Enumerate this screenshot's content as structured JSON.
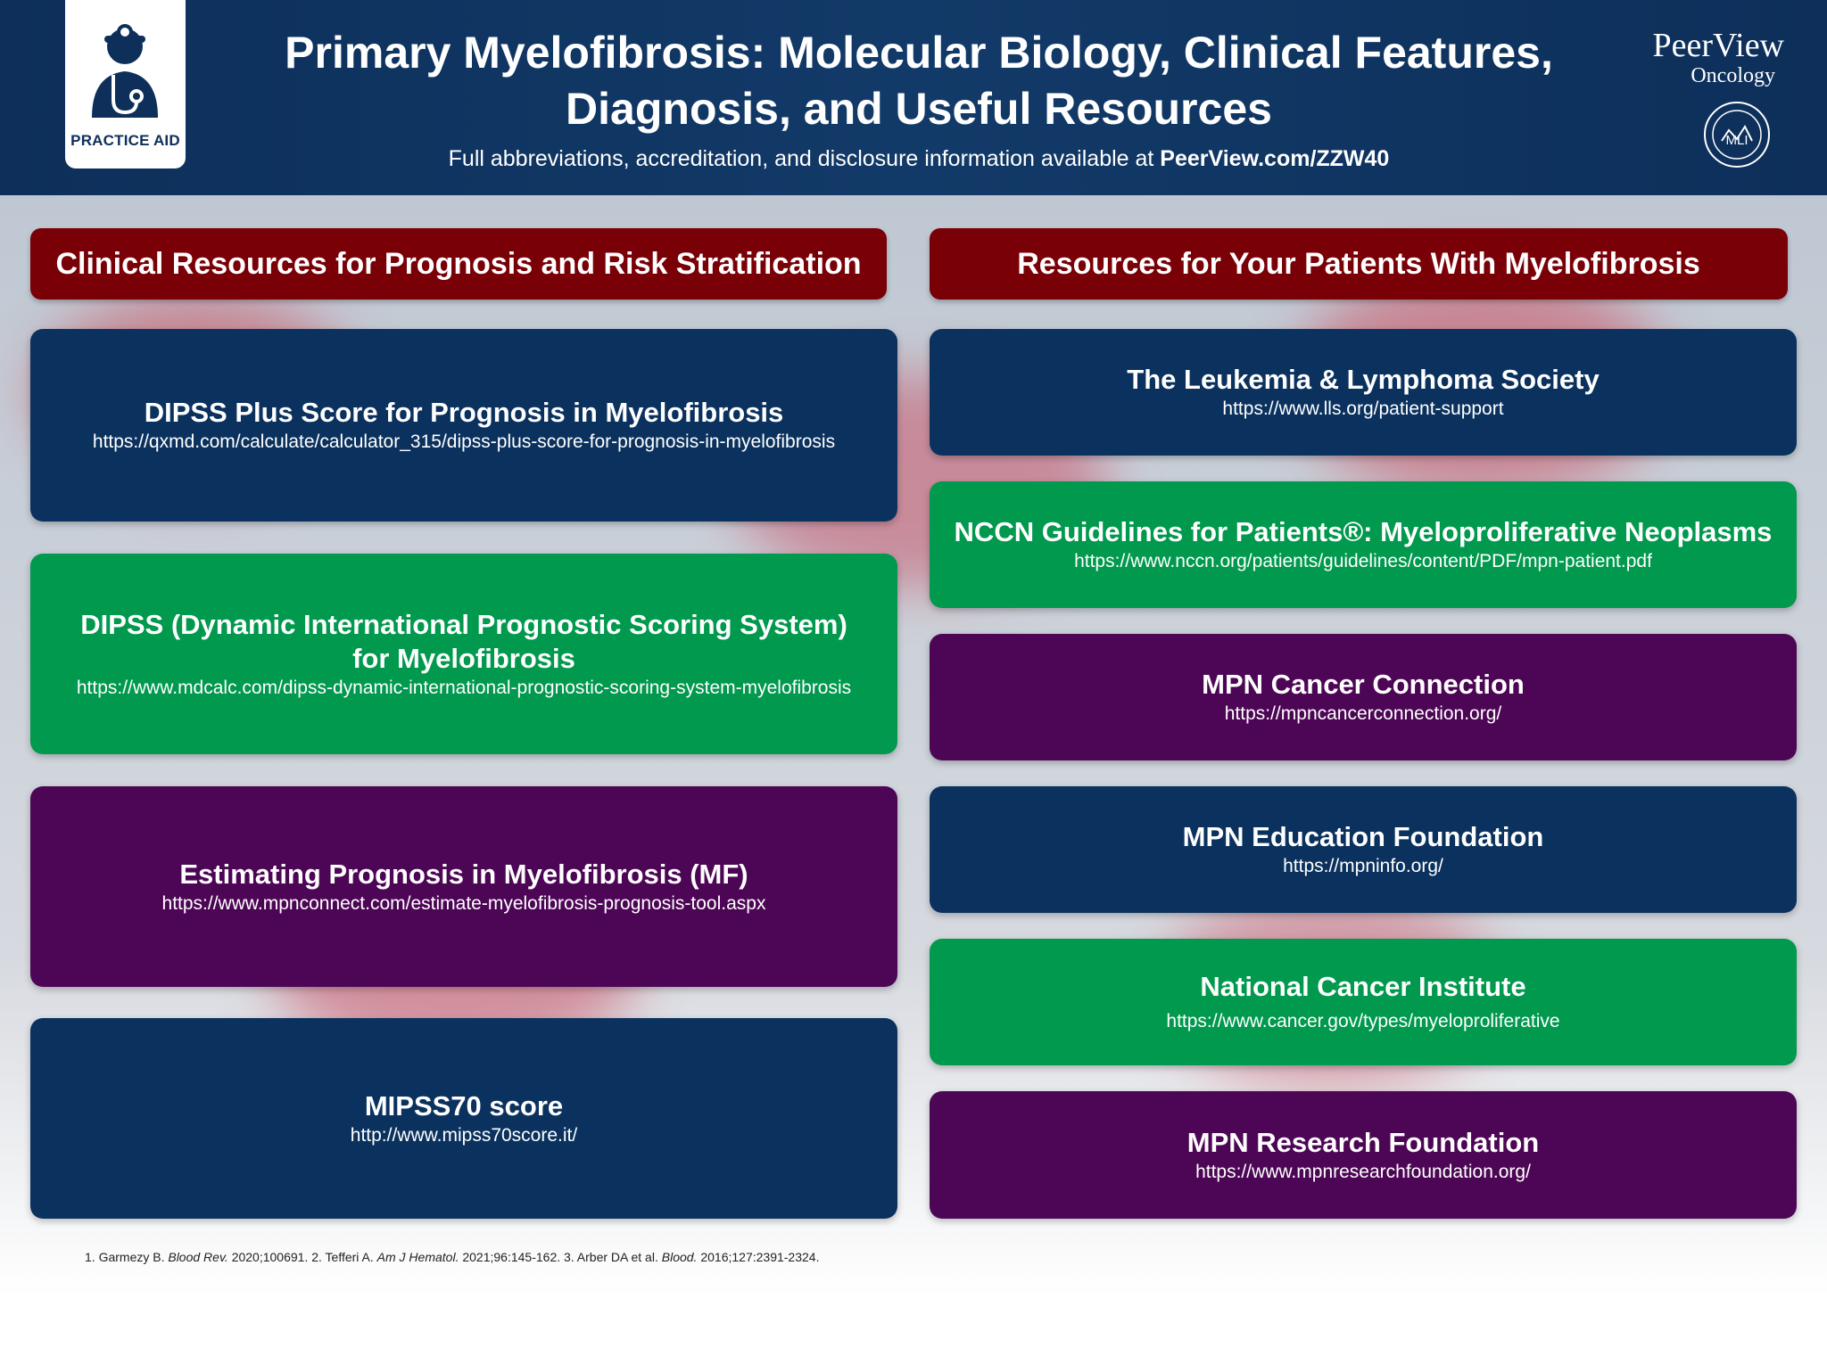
{
  "header": {
    "badge_label": "PRACTICE AID",
    "title_line1": "Primary Myelofibrosis: Molecular Biology, Clinical Features,",
    "title_line2": "Diagnosis, and Useful Resources",
    "subtitle_text": "Full abbreviations, accreditation, and disclosure information available at ",
    "subtitle_link": "PeerView.com/ZZW40",
    "brand_name": "PeerView",
    "brand_sub": "Oncology",
    "seal_text": "MLI"
  },
  "left_section": {
    "heading": "Clinical Resources for Prognosis and Risk Stratification",
    "cards": [
      {
        "title": "DIPSS Plus Score for Prognosis in Myelofibrosis",
        "url": "https://qxmd.com/calculate/calculator_315/dipss-plus-score-for-prognosis-in-myelofibrosis"
      },
      {
        "title": "DIPSS (Dynamic International Prognostic Scoring System) for Myelofibrosis",
        "url": "https://www.mdcalc.com/dipss-dynamic-international-prognostic-scoring-system-myelofibrosis"
      },
      {
        "title": "Estimating Prognosis in Myelofibrosis (MF)",
        "url": "https://www.mpnconnect.com/estimate-myelofibrosis-prognosis-tool.aspx"
      },
      {
        "title": "MIPSS70 score",
        "url": "http://www.mipss70score.it/"
      }
    ]
  },
  "right_section": {
    "heading": "Resources for Your Patients With Myelofibrosis",
    "cards": [
      {
        "title": "The Leukemia & Lymphoma Society",
        "url": "https://www.lls.org/patient-support"
      },
      {
        "title": "NCCN Guidelines for Patients®: Myeloproliferative Neoplasms",
        "url": "https://www.nccn.org/patients/guidelines/content/PDF/mpn-patient.pdf"
      },
      {
        "title": "MPN Cancer Connection",
        "url": "https://mpncancerconnection.org/"
      },
      {
        "title": "MPN Education Foundation",
        "url": "https://mpninfo.org/"
      },
      {
        "title": "National Cancer Institute",
        "url": "https://www.cancer.gov/types/myeloproliferative"
      },
      {
        "title": "MPN Research Foundation",
        "url": "https://www.mpnresearchfoundation.org/"
      }
    ]
  },
  "footnote": {
    "p1": "1. Garmezy B. ",
    "j1": "Blood Rev.",
    "p2": " 2020;100691. 2. Tefferi A. ",
    "j2": "Am J Hematol.",
    "p3": " 2021;96:145-162. 3. Arber DA et al. ",
    "j3": "Blood.",
    "p4": " 2016;127:2391-2324."
  },
  "colors": {
    "header_navy": "#0d2f5a",
    "section_red": "#7a0008",
    "card_navy": "#0b325e",
    "card_green": "#00994d",
    "card_purple": "#4d0655"
  }
}
